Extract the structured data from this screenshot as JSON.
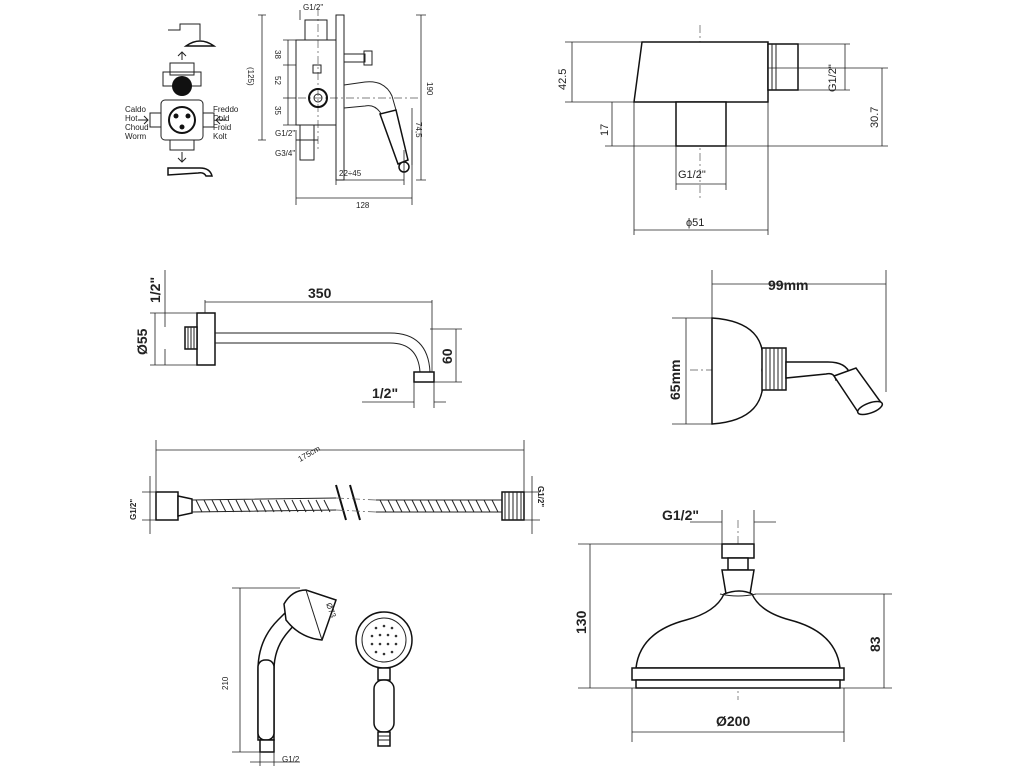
{
  "mixer_schematic": {
    "hot_labels": [
      "Caldo",
      "Hot",
      "Choud",
      "Worm"
    ],
    "cold_labels": [
      "Freddo",
      "Cold",
      "Froid",
      "Kolt"
    ]
  },
  "mixer_section": {
    "dims": {
      "top_thread": "G1/2\"",
      "d38": "38",
      "d52": "52",
      "d35": "35",
      "d125": "(125)",
      "mid_thread": "G1/2\"",
      "bottom_thread": "G3/4\"",
      "d22_45": "22÷45",
      "d128": "128",
      "d190": "190",
      "d74_5": "74,5"
    }
  },
  "wall_connector": {
    "dims": {
      "d42_5": "42.5",
      "d17": "17",
      "side_thread": "G1/2\"",
      "d30_7": "30.7",
      "bottom_thread": "G1/2\"",
      "diameter": "ϕ51"
    }
  },
  "shower_arm": {
    "dims": {
      "top_thread": "1/2\"",
      "length": "350",
      "flange": "Ø55",
      "drop": "60",
      "outlet_thread": "1/2\""
    }
  },
  "hand_holder": {
    "dims": {
      "width": "99mm",
      "height": "65mm"
    }
  },
  "hose": {
    "dims": {
      "length": "175cm",
      "left_thread": "G1/2\"",
      "right_thread": "G1/2\""
    }
  },
  "hand_shower": {
    "dims": {
      "height": "210",
      "head": "Ø73",
      "thread": "G1/2"
    }
  },
  "shower_head": {
    "dims": {
      "thread": "G1/2\"",
      "height": "130",
      "body": "83",
      "diameter": "Ø200"
    }
  }
}
